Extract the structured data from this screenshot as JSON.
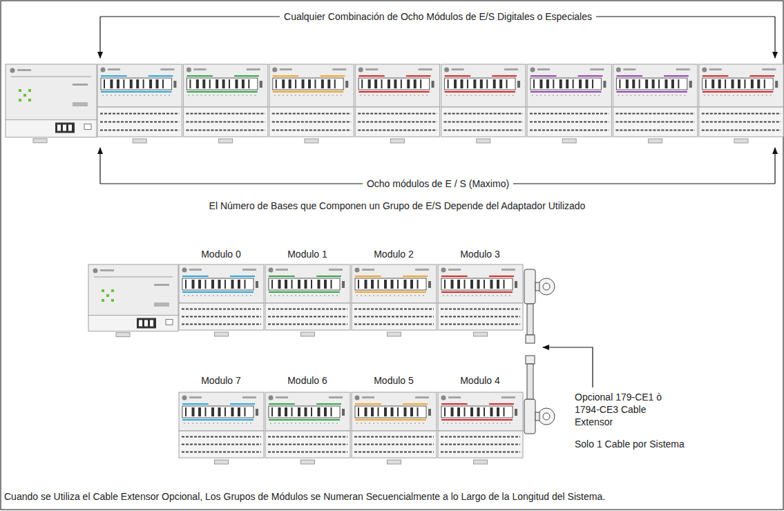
{
  "diagram": {
    "caption": "Cuando se Utiliza el Cable Extensor Opcional, Los Grupos de Módulos se Numeran Secuencialmente a lo Largo de la Longitud del Sistema.",
    "labels": [
      "Cualquier Combinación de Ocho Módulos de E/S Digitales o Especiales",
      "Ocho módulos de E / S (Maximo)",
      "El Número de Bases que Componen un Grupo de E/S Depende del Adaptador Utilizado",
      "Modulo 0",
      "Modulo 1",
      "Modulo 2",
      "Modulo 3",
      "Modulo 7",
      "Modulo 6",
      "Modulo 5",
      "Modulo 4",
      "Opcional 179-CE1 ò 1794-CE3 Cable Extensor",
      "Solo 1 Cable por Sistema"
    ]
  }
}
